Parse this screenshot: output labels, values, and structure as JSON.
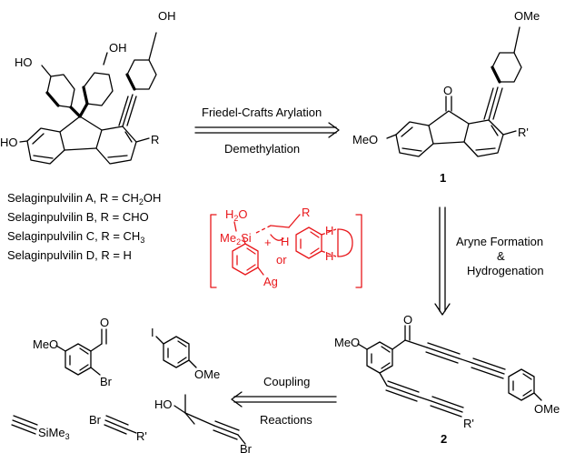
{
  "colors": {
    "ink": "#000000",
    "highlight": "#e8171b"
  },
  "top_arrow": {
    "line1": "Friedel-Crafts Arylation",
    "line2": "Demethylation"
  },
  "right_arrow": {
    "line1": "Aryne Formation",
    "line2": "&",
    "line3": "Hydrogenation"
  },
  "bottom_arrow": {
    "line1": "Coupling",
    "line2": "Reactions"
  },
  "compound_labels": {
    "one": "1",
    "two": "2"
  },
  "selaginpulvilins": [
    {
      "name": "Selaginpulvilin A, R = CH",
      "sub": "2",
      "tail": "OH"
    },
    {
      "name": "Selaginpulvilin B, R = CHO",
      "sub": "",
      "tail": ""
    },
    {
      "name": "Selaginpulvilin C, R = CH",
      "sub": "3",
      "tail": ""
    },
    {
      "name": "Selaginpulvilin D, R = H",
      "sub": "",
      "tail": ""
    }
  ],
  "atoms": {
    "ho": "HO",
    "oh": "OH",
    "r": "R",
    "r_prime": "R'",
    "ome": "OMe",
    "meo": "MeO",
    "o": "O",
    "br": "Br",
    "i": "I",
    "h": "H",
    "ag": "Ag",
    "si": "Si",
    "me2": "Me",
    "two": "2",
    "h2o": "H",
    "plus": "+",
    "or": "or",
    "sime3": "SiMe",
    "three": "3"
  }
}
